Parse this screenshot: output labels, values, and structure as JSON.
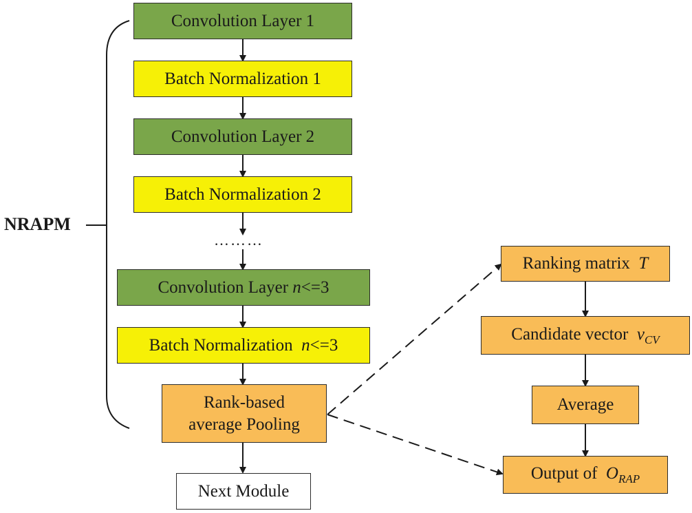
{
  "brace_label": "NRAPM",
  "ellipsis": "………",
  "left_column": [
    {
      "id": "conv1",
      "text": "Convolution Layer  1"
    },
    {
      "id": "bn1",
      "text": "Batch Normalization  1"
    },
    {
      "id": "conv2",
      "text": "Convolution Layer  2"
    },
    {
      "id": "bn2",
      "text": "Batch Normalization  2"
    },
    {
      "id": "convn",
      "text": "Convolution Layer ",
      "italic": "n",
      "suffix": "<=3"
    },
    {
      "id": "bnn",
      "text": "Batch Normalization  ",
      "italic": "n",
      "suffix": "<=3"
    },
    {
      "id": "rap",
      "line1": "Rank-based",
      "line2": "average Pooling"
    },
    {
      "id": "next",
      "text": "Next Module"
    }
  ],
  "right_column": [
    {
      "id": "ranking",
      "text": "Ranking matrix  ",
      "italic": "T"
    },
    {
      "id": "candidate",
      "text": "Candidate vector  ",
      "italic": "v",
      "sub": "CV"
    },
    {
      "id": "average",
      "text": "Average"
    },
    {
      "id": "output",
      "text": "Output of  ",
      "italic": "O",
      "sub": "RAP"
    }
  ],
  "colors": {
    "conv": "#7aa64a",
    "batch_norm": "#f6f006",
    "pooling": "#f9bc57",
    "next": "#ffffff"
  }
}
